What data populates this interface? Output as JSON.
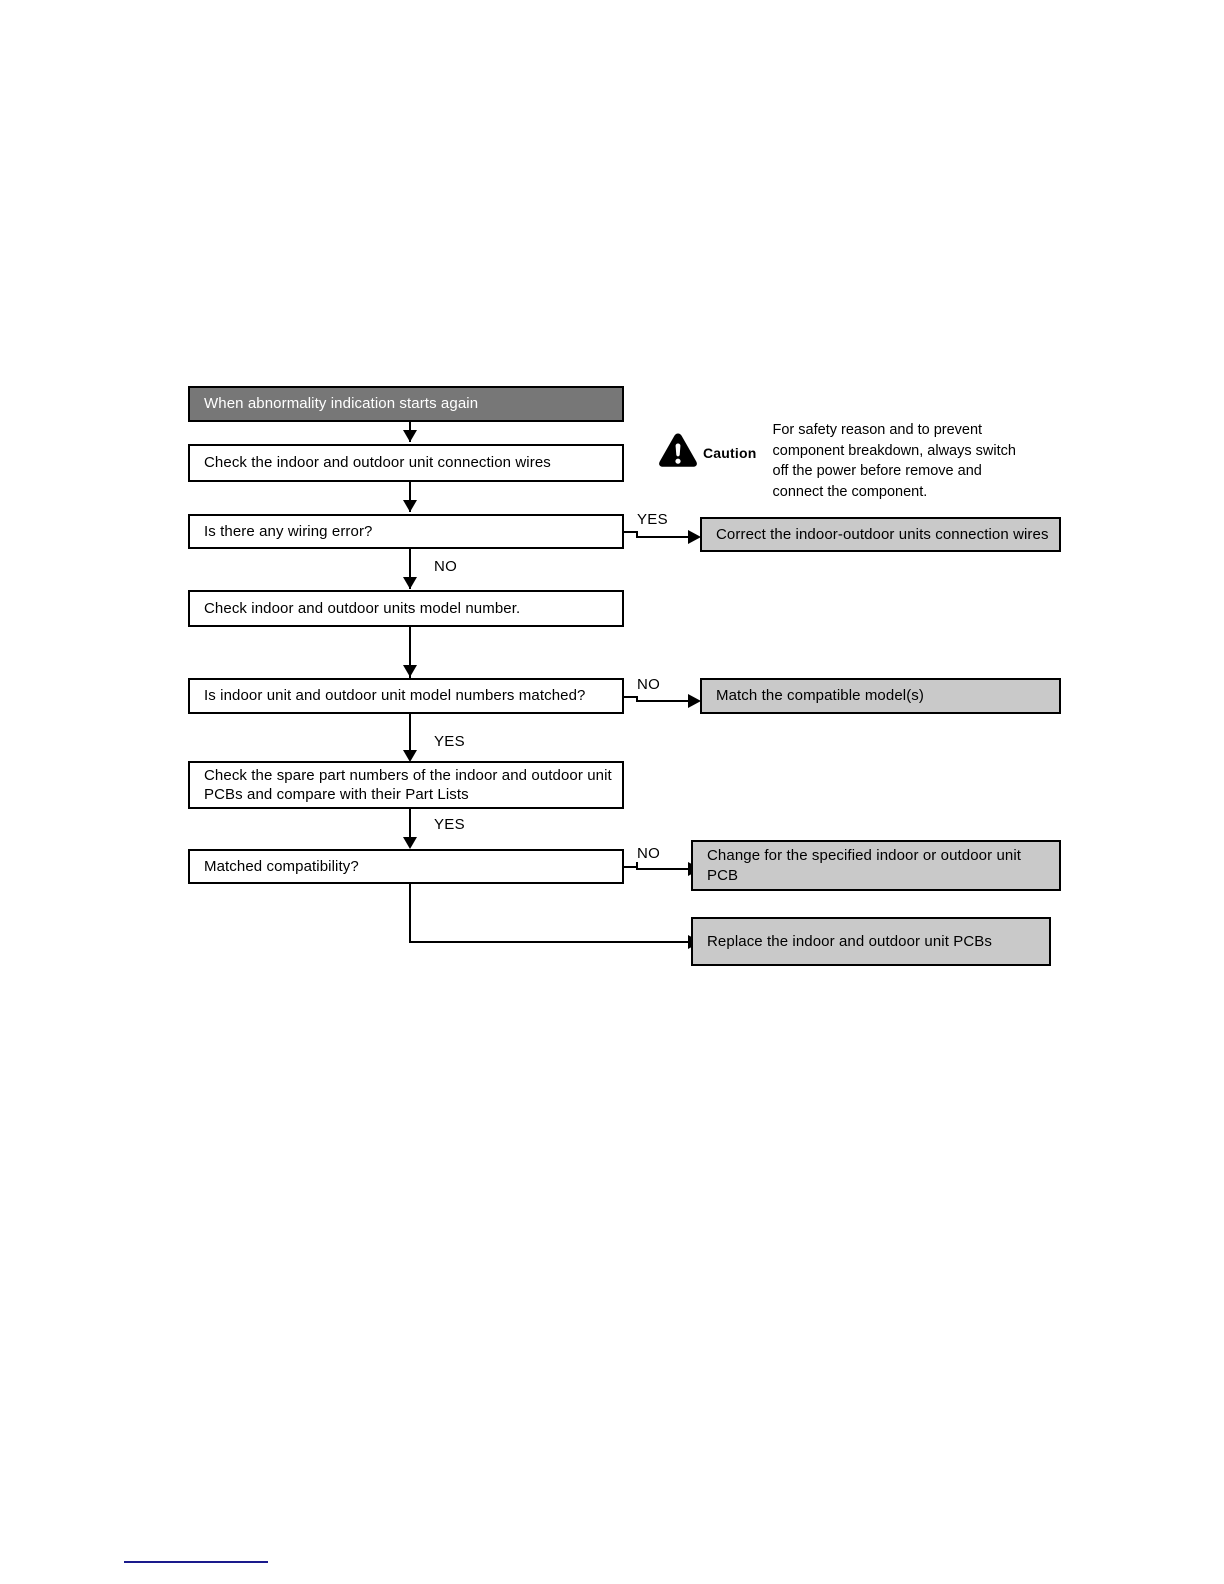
{
  "document": {
    "type": "troubleshooting-flowchart",
    "title": "When abnormality indication starts again"
  },
  "flow": {
    "start": {
      "id": "start",
      "label": "When abnormality indication starts again",
      "style": "header"
    },
    "steps": [
      {
        "id": "check-wires",
        "label": "Check the indoor and outdoor unit connection wires",
        "style": "white"
      },
      {
        "id": "wiring-error",
        "label": "Is there any wiring error?",
        "style": "white"
      },
      {
        "id": "check-model-number",
        "label": "Check indoor and outdoor units model number.",
        "style": "white"
      },
      {
        "id": "model-numbers-matched",
        "label": "Is indoor unit and outdoor unit model numbers matched?",
        "style": "white"
      },
      {
        "id": "check-spare-parts",
        "label": "Check the spare part numbers of the indoor and outdoor unit\nPCBs and compare with their Part Lists",
        "style": "white"
      },
      {
        "id": "matched-compatibility",
        "label": "Matched compatibility?",
        "style": "white"
      }
    ],
    "outcomes": [
      {
        "id": "correct-wires",
        "label": "Correct the indoor-outdoor units connection wires",
        "style": "gray"
      },
      {
        "id": "match-models",
        "label": "Match the compatible model(s)",
        "style": "gray"
      },
      {
        "id": "change-pcb",
        "label": "Change for the specified indoor or outdoor unit\nPCB",
        "style": "gray"
      },
      {
        "id": "replace-pcbs",
        "label": "Replace the indoor and outdoor unit PCBs",
        "style": "gray"
      }
    ],
    "edge_labels": {
      "wiring_error_yes": "YES",
      "wiring_error_no": "NO",
      "model_matched_no": "NO",
      "model_matched_yes": "YES",
      "spare_parts_yes": "YES",
      "compatibility_no": "NO"
    }
  },
  "caution": {
    "icon": "warning-triangle-icon",
    "word": "Caution",
    "text": "For safety reason and to prevent\ncomponent breakdown, always switch\noff the power before remove and\nconnect the component."
  },
  "colors": {
    "header_fill": "#777777",
    "outcome_fill": "#c9c9c9",
    "box_fill": "#ffffff",
    "stroke": "#000000",
    "footer_rule": "#1a1a8c"
  }
}
